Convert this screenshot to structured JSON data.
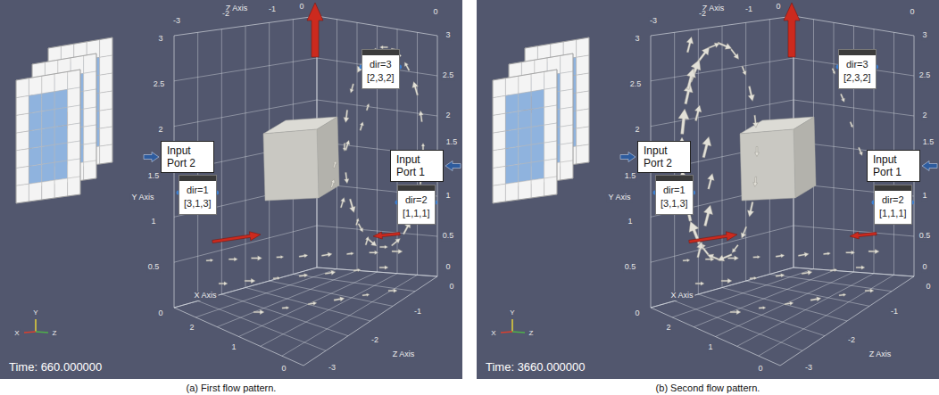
{
  "diagram": {
    "nodes": [
      {
        "text": [
          "dir=3",
          "[2,3,2]"
        ]
      },
      {
        "text": [
          "Input Port 2"
        ]
      },
      {
        "text": [
          "dir=1",
          "[3,1,3]"
        ]
      },
      {
        "text": [
          "Input Port 1"
        ]
      },
      {
        "text": [
          "dir=2",
          "[1,1,1]"
        ]
      },
      {
        "text": [
          "dir=3",
          "[2,3,2]"
        ]
      },
      {
        "text": [
          "Input Port 2"
        ]
      },
      {
        "text": [
          "dir=1",
          "[3,1,3]"
        ]
      },
      {
        "text": [
          "Input Port 1"
        ]
      },
      {
        "text": [
          "dir=2",
          "[1,1,1]"
        ]
      }
    ],
    "labels": [
      "Z Axis",
      "-3",
      "-2",
      "-1",
      "0",
      "0",
      "3",
      "2.5",
      "2",
      "1.5",
      "Y Axis",
      "1",
      "0.5",
      "0",
      "3",
      "2.5",
      "2",
      "1.5",
      "1",
      "0.5",
      "0",
      "X Axis",
      "2",
      "1",
      "0",
      "Z Axis",
      "-3",
      "-2",
      "-1",
      "0",
      "Y",
      "X",
      "Z",
      "Time: 660.000000",
      "Z Axis",
      "-3",
      "-2",
      "-1",
      "0",
      "0",
      "3",
      "2.5",
      "2",
      "1.5",
      "Y Axis",
      "1",
      "0.5",
      "0",
      "3",
      "2.5",
      "2",
      "1.5",
      "1",
      "0.5",
      "0",
      "X Axis",
      "2",
      "1",
      "0",
      "Z Axis",
      "-3",
      "-2",
      "-1",
      "0",
      "Y",
      "X",
      "Z",
      "Time: 3660.000000",
      "(a) First flow pattern.",
      "(b) Second flow pattern."
    ]
  }
}
